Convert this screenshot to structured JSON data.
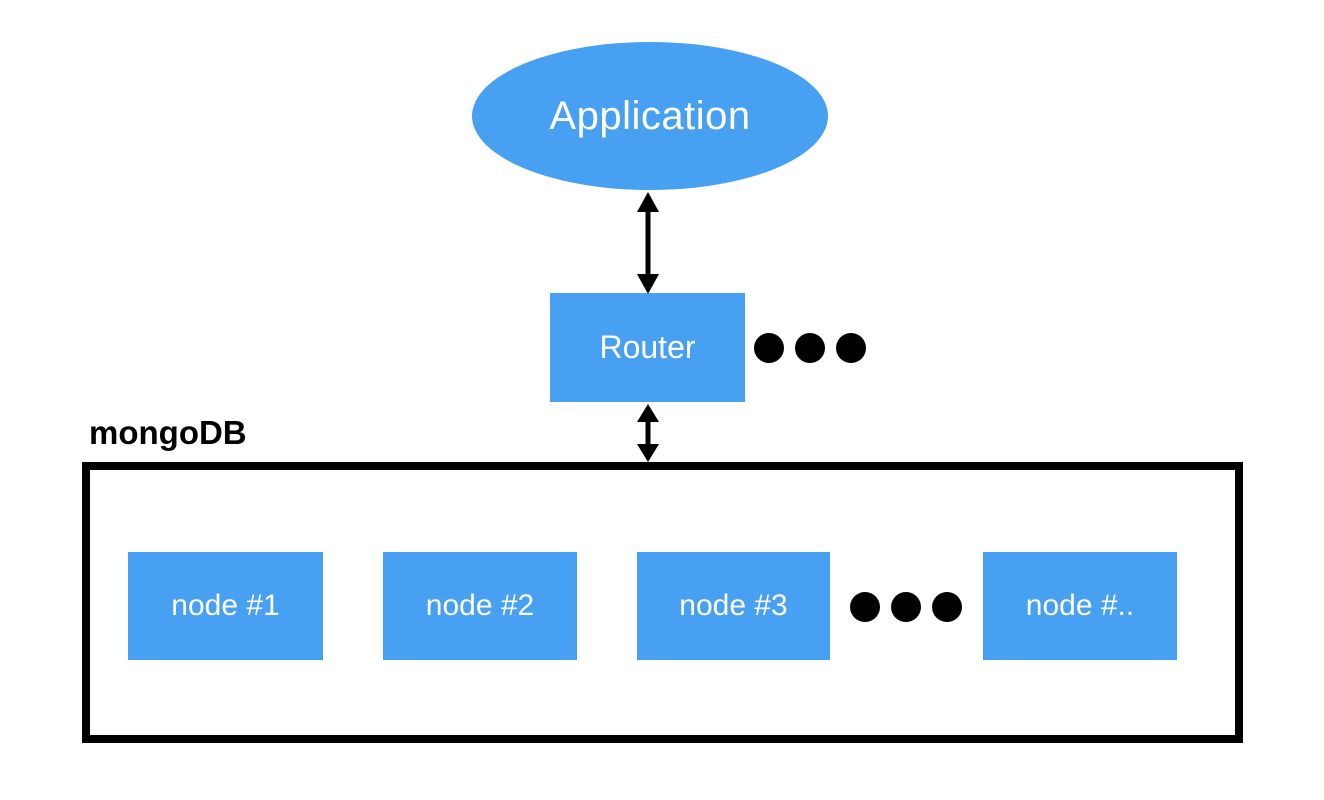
{
  "diagram": {
    "application": {
      "label": "Application"
    },
    "router": {
      "label": "Router"
    },
    "cluster": {
      "label": "mongoDB",
      "nodes": [
        {
          "label": "node #1"
        },
        {
          "label": "node #2"
        },
        {
          "label": "node #3"
        },
        {
          "label": "node #.."
        }
      ]
    }
  },
  "colors": {
    "shape_fill": "#47A0F1",
    "text_on_fill": "#ffffff",
    "ink": "#000000"
  }
}
